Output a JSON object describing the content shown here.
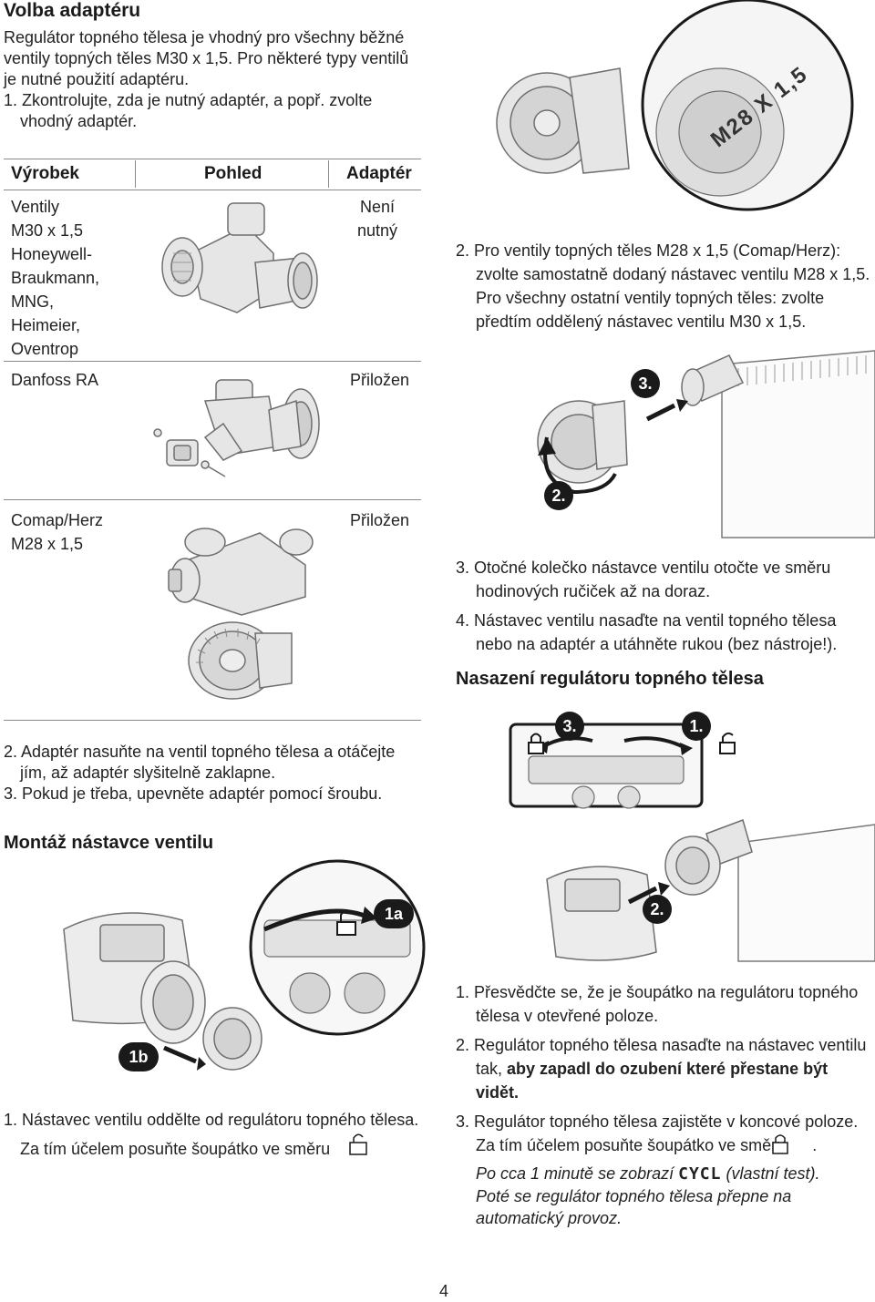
{
  "section1": {
    "title": "Volba adaptéru",
    "intro": [
      "Regulátor topného tělesa je vhodný pro všechny běžné",
      "ventily topných těles M30 x 1,5. Pro některé typy ventilů",
      "je nutné použití adaptéru."
    ],
    "step1": [
      "1. Zkontrolujte, zda je nutný adaptér, a popř. zvolte",
      "vhodný adaptér."
    ]
  },
  "table": {
    "headers": [
      "Výrobek",
      "Pohled",
      "Adaptér"
    ],
    "rows": [
      {
        "product": [
          "Ventily",
          "M30 x 1,5",
          "Honeywell-",
          "Braukmann,",
          "MNG,",
          "Heimeier,",
          "Oventrop"
        ],
        "adapter": [
          "Není",
          "nutný"
        ]
      },
      {
        "product": [
          "Danfoss RA"
        ],
        "adapter": [
          "Přiložen"
        ]
      },
      {
        "product": [
          "Comap/Herz",
          "M28 x 1,5"
        ],
        "adapter": [
          "Přiložen"
        ]
      }
    ]
  },
  "adapter_steps": [
    "2. Adaptér nasuňte na ventil topného tělesa a otáčejte",
    "jím, až adaptér slyšitelně zaklapne.",
    "3. Pokud je třeba, upevněte adaptér pomocí šroubu."
  ],
  "section2": {
    "title": "Montáž nástavce ventilu",
    "steps": [
      "1. Nástavec ventilu oddělte od regulátoru topného tělesa.",
      "Za tím účelem posuňte šoupátko ve směru",
      "."
    ]
  },
  "right_col": {
    "step2": [
      "2. Pro ventily topných těles M28 x 1,5 (Comap/Herz):",
      "zvolte samostatně dodaný nástavec ventilu M28 x 1,5.",
      "Pro všechny ostatní ventily topných těles: zvolte",
      "předtím oddělený nástavec ventilu M30 x 1,5."
    ],
    "step3": [
      "3. Otočné kolečko nástavce ventilu otočte ve směru",
      "hodinových ručiček až na doraz."
    ],
    "step4": [
      "4. Nástavec ventilu nasaďte na ventil topného tělesa",
      "nebo na adaptér a utáhněte rukou (bez nástroje!)."
    ],
    "section3_title": "Nasazení regulátoru topného tělesa",
    "final_step1": [
      "1. Přesvědčte se, že je šoupátko na regulátoru topného",
      "tělesa v otevřené poloze."
    ],
    "final_step2_a": "2. Regulátor topného tělesa nasaďte na nástavec ventilu",
    "final_step2_b": "tak, ",
    "final_step2_bold1": "aby zapadl do ozubení které přestane být",
    "final_step2_bold2": "vidět.",
    "final_step3": [
      "3. Regulátor topného tělesa zajistěte v koncové poloze.",
      "Za tím účelem posuňte šoupátko ve směru",
      "."
    ],
    "italic_a": "Po cca 1 minutě se zobrazí ",
    "lcd_text": "CYCL",
    "italic_b": " (vlastní test).",
    "italic_lines": [
      "Poté se regulátor topného tělesa přepne na",
      "automatický provoz."
    ]
  },
  "labels": {
    "m28": "M28 X 1,5",
    "step2": "2.",
    "step3": "3.",
    "step1": "1.",
    "step1a": "1a",
    "step1b": "1b"
  },
  "page_number": "4",
  "colors": {
    "text": "#1a1a1a",
    "badge": "#1a1a1a",
    "rule": "#8a8a8a",
    "device": "#e6e6e6",
    "device_stroke": "#6f6f6f"
  }
}
